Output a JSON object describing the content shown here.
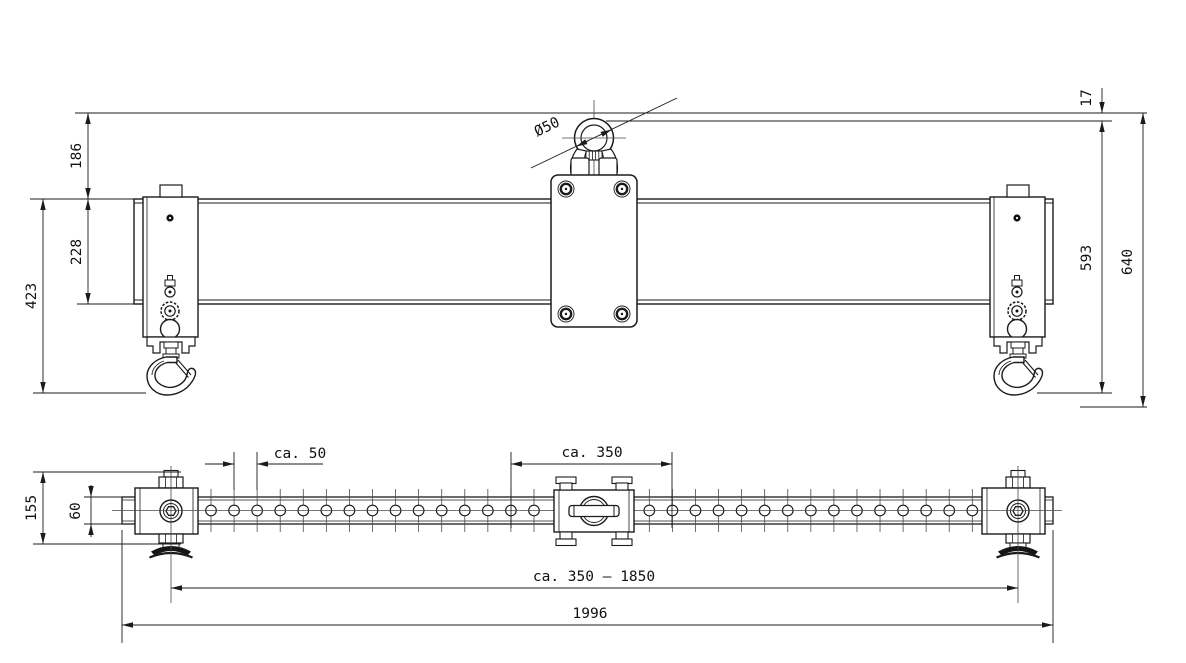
{
  "front_view": {
    "labels": {
      "d186": "186",
      "d228": "228",
      "d423": "423",
      "d17": "17",
      "d593": "593",
      "d640": "640",
      "shackle_dia": "Ø50"
    }
  },
  "plan_view": {
    "labels": {
      "d155": "155",
      "d60": "60",
      "hole_pitch": "ca. 50",
      "center_zone": "ca. 350",
      "hook_spacing_range": "ca. 350 – 1850",
      "overall_length": "1996"
    }
  },
  "colors": {
    "line": "#1b1b1b",
    "centerline": "#4a4a4a",
    "background": "#ffffff"
  }
}
